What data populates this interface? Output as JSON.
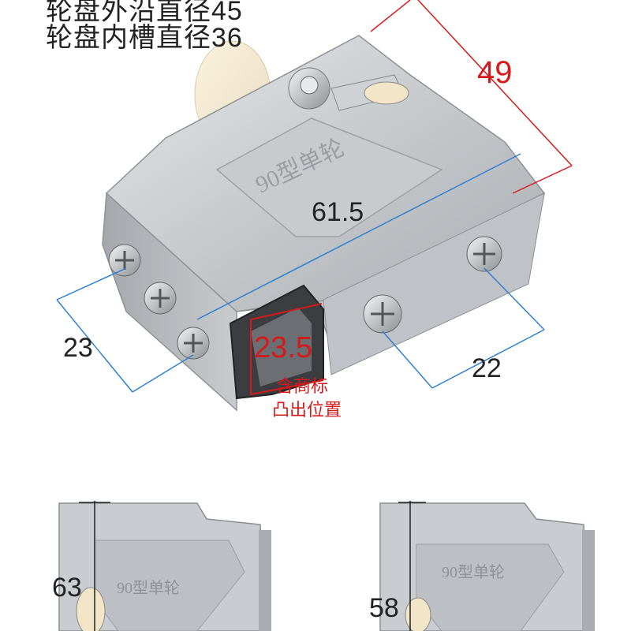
{
  "header": {
    "lines": [
      "轮盘外沿直径45",
      "轮盘内槽直径36"
    ]
  },
  "dimensions": {
    "height": "49",
    "length": "61.5",
    "side": "23",
    "opening": "23.5",
    "screw": "22",
    "view1": "63",
    "view2": "58"
  },
  "note": {
    "line1": "含商标",
    "line2": "凸出位置"
  },
  "embossed": {
    "top_label": "90型单轮",
    "front_label": "90型单轮"
  },
  "colors": {
    "red": "#d41a1a",
    "blue": "#2f7fd0",
    "steel": "#b9bcbf"
  }
}
